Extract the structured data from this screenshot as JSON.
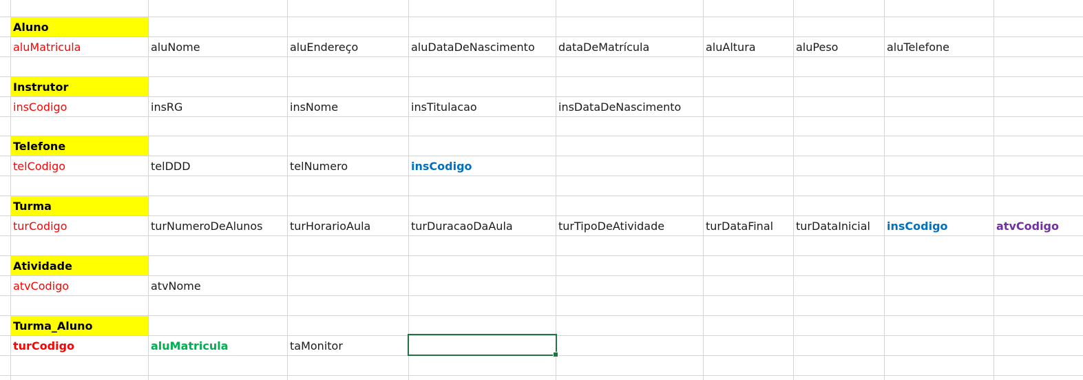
{
  "tables": {
    "aluno": {
      "title": "Aluno",
      "cols": [
        "aluMatricula",
        "aluNome",
        "aluEndereço",
        "aluDataDeNascimento",
        "dataDeMatrícula",
        "aluAltura",
        "aluPeso",
        "aluTelefone"
      ]
    },
    "instrutor": {
      "title": "Instrutor",
      "cols": [
        "insCodigo",
        "insRG",
        "insNome",
        "insTitulacao",
        "insDataDeNascimento"
      ]
    },
    "telefone": {
      "title": "Telefone",
      "cols": [
        "telCodigo",
        "telDDD",
        "telNumero",
        "insCodigo"
      ]
    },
    "turma": {
      "title": "Turma",
      "cols": [
        "turCodigo",
        "turNumeroDeAlunos",
        "turHorarioAula",
        "turDuracaoDaAula",
        "turTipoDeAtividade",
        "turDataFinal",
        "turDataInicial",
        "insCodigo",
        "atvCodigo"
      ]
    },
    "atividade": {
      "title": "Atividade",
      "cols": [
        "atvCodigo",
        "atvNome"
      ]
    },
    "turma_aluno": {
      "title": "Turma_Aluno",
      "cols": [
        "turCodigo",
        "aluMatricula",
        "taMonitor"
      ]
    }
  },
  "colors": {
    "header_fill": "#ffff00",
    "primary_key": "#ff0000",
    "fk_instrutor": "#0070c0",
    "fk_atividade": "#7030a0",
    "fk_aluno": "#00b050",
    "selection": "#217346",
    "gridline": "#d4d4d4"
  }
}
